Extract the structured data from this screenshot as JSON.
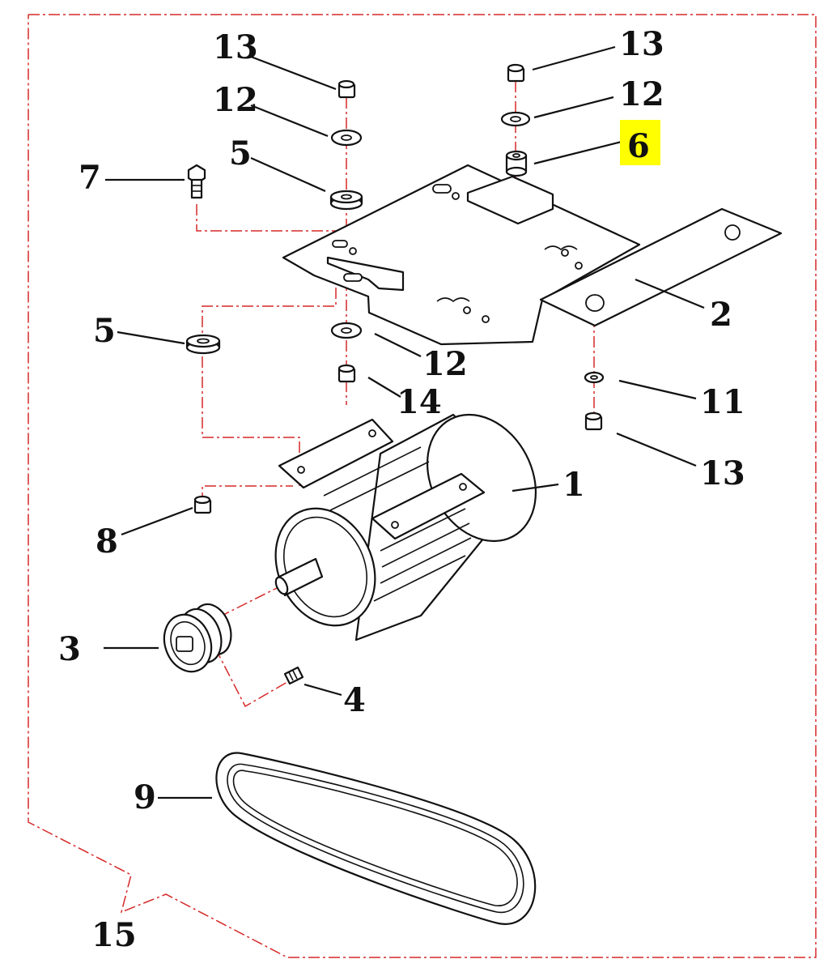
{
  "diagram": {
    "highlight_color": "#ffff00",
    "chain_line_color": "#d62828",
    "callouts": [
      {
        "id": "c1",
        "text": "1"
      },
      {
        "id": "c2",
        "text": "2"
      },
      {
        "id": "c3",
        "text": "3"
      },
      {
        "id": "c4",
        "text": "4"
      },
      {
        "id": "c5a",
        "text": "5"
      },
      {
        "id": "c5b",
        "text": "5"
      },
      {
        "id": "c6",
        "text": "6",
        "highlighted": true
      },
      {
        "id": "c7",
        "text": "7"
      },
      {
        "id": "c8",
        "text": "8"
      },
      {
        "id": "c9",
        "text": "9"
      },
      {
        "id": "c11",
        "text": "11"
      },
      {
        "id": "c12a",
        "text": "12"
      },
      {
        "id": "c12b",
        "text": "12"
      },
      {
        "id": "c12c",
        "text": "12"
      },
      {
        "id": "c13a",
        "text": "13"
      },
      {
        "id": "c13b",
        "text": "13"
      },
      {
        "id": "c13c",
        "text": "13"
      },
      {
        "id": "c14",
        "text": "14"
      },
      {
        "id": "c15",
        "text": "15"
      }
    ]
  }
}
